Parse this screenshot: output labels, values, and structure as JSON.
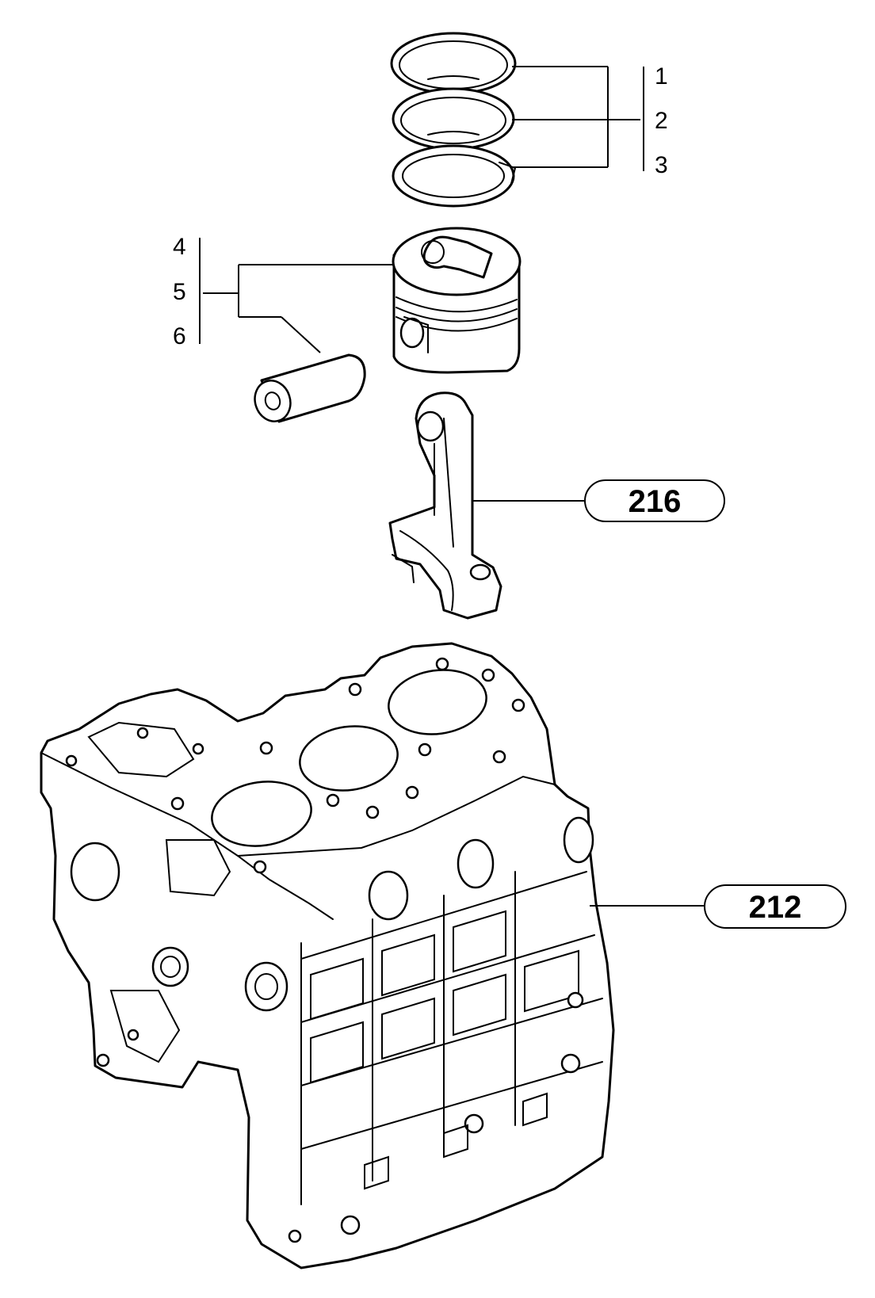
{
  "callouts": {
    "ring_1": "1",
    "ring_2": "2",
    "ring_3": "3",
    "piston_4": "4",
    "piston_5": "5",
    "pin_6": "6"
  },
  "references": {
    "connecting_rod": "216",
    "cylinder_block": "212"
  }
}
